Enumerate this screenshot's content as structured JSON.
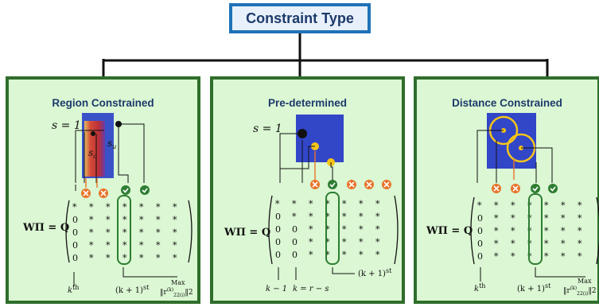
{
  "header": {
    "title": "Constraint Type"
  },
  "panels": [
    {
      "title": "Region Constrained",
      "s_label": "s = 1",
      "s_c": "s",
      "s_c_sub": "c",
      "s_u": "s",
      "s_u_sub": "u",
      "eq_lhs": "WΠ = Q",
      "k_label": "k",
      "k_sup": "th",
      "k1_label": "(k + 1)",
      "k1_sup": "st",
      "max_label": "Max",
      "norm_label": "‖r",
      "norm_sup": "(k)",
      "norm_sub": "22(i)",
      "norm_tail": "‖2"
    },
    {
      "title": "Pre-determined",
      "s_label": "s = 1",
      "eq_lhs": "WΠ = Q",
      "km1_label": "k − 1",
      "krs_label": "k = r − s",
      "k1_label": "(k + 1)",
      "k1_sup": "st"
    },
    {
      "title": "Distance Constrained",
      "eq_lhs": "WΠ = Q",
      "k_label": "k",
      "k_sup": "th",
      "k1_label": "(k + 1)",
      "k1_sup": "st",
      "max_label": "Max",
      "norm_label": "‖r",
      "norm_sup": "(k)",
      "norm_sub": "22(i)",
      "norm_tail": "‖2"
    }
  ],
  "matrix_symbols": {
    "star": "*",
    "zero": "0"
  },
  "colors": {
    "title_border": "#1f72b8",
    "panel_border": "#2f6e2b",
    "panel_bg": "#dbf7d3",
    "reject": "#e8742a",
    "accept": "#2e7d32",
    "matrix_square": "#3246c8"
  }
}
